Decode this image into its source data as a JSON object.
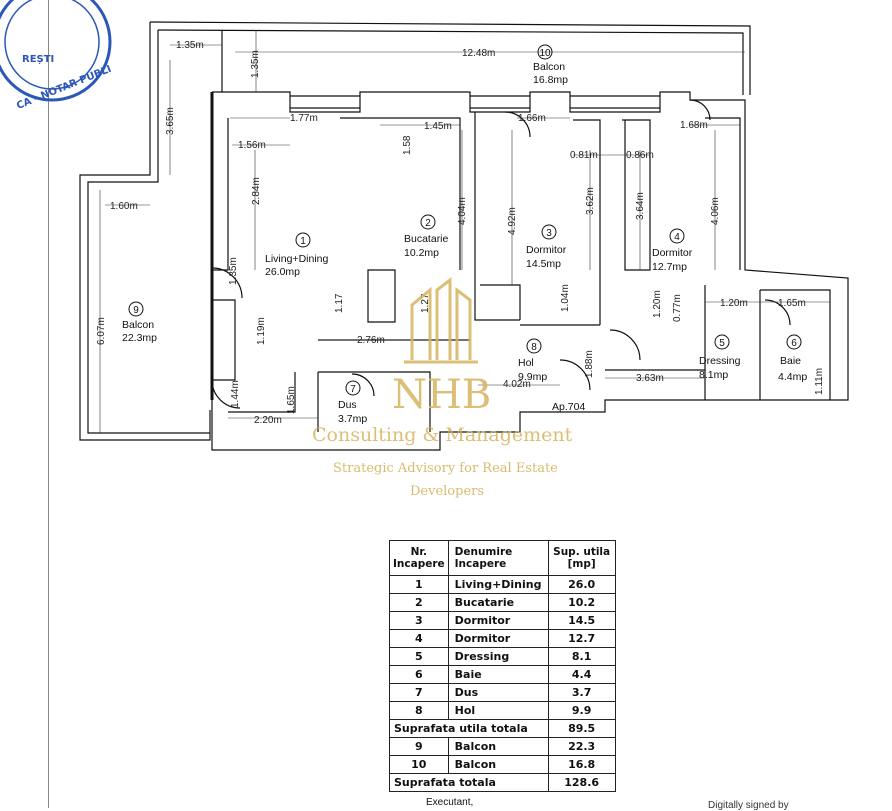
{
  "rooms": [
    {
      "id": "1",
      "name": "Living+Dining",
      "area": "26.0mp"
    },
    {
      "id": "2",
      "name": "Bucatarie",
      "area": "10.2mp"
    },
    {
      "id": "3",
      "name": "Dormitor",
      "area": "14.5mp"
    },
    {
      "id": "4",
      "name": "Dormitor",
      "area": "12.7mp"
    },
    {
      "id": "5",
      "name": "Dressing",
      "area": "8.1mp"
    },
    {
      "id": "6",
      "name": "Baie",
      "area": "4.4mp"
    },
    {
      "id": "7",
      "name": "Dus",
      "area": "3.7mp"
    },
    {
      "id": "8",
      "name": "Hol",
      "area": "9.9mp"
    },
    {
      "id": "9",
      "name": "Balcon",
      "area": "22.3mp"
    },
    {
      "id": "10",
      "name": "Balcon",
      "area": "16.8mp"
    }
  ],
  "dimensions": [
    "1.35m",
    "12.48m",
    "1.35m",
    "3.65m",
    "1.60m",
    "6.07m",
    "1.77m",
    "1.56m",
    "2.84m",
    "1.45m",
    "1.58",
    "4.04m",
    "1.66m",
    "4.92m",
    "0.81m",
    "3.62m",
    "0.86m",
    "1.68m",
    "3.64m",
    "4.06m",
    "1.35m",
    "1.17",
    "1.27",
    "1.19m",
    "1.04m",
    "2.76m",
    "1.44m",
    "2.20m",
    "1.65m",
    "4.02m",
    "1.88m",
    "3.63m",
    "1.20m",
    "1.65m",
    "0.77m",
    "1.20m",
    "1.11m"
  ],
  "apartment_label": "Ap.704",
  "watermark": {
    "brand": "NHB",
    "tagline": "Consulting & Management",
    "subtitle_line1": "Strategic Advisory for  Real Estate",
    "subtitle_line2": "Developers"
  },
  "stamp": {
    "line1": "REȘTI",
    "line2": "CA - NOTAR PUBLI"
  },
  "table": {
    "headers": [
      "Nr. Incapere",
      "Denumire Incapere",
      "Sup. utila [mp]"
    ],
    "rows": [
      {
        "nr": "1",
        "name": "Living+Dining",
        "area": "26.0"
      },
      {
        "nr": "2",
        "name": "Bucatarie",
        "area": "10.2"
      },
      {
        "nr": "3",
        "name": "Dormitor",
        "area": "14.5"
      },
      {
        "nr": "4",
        "name": "Dormitor",
        "area": "12.7"
      },
      {
        "nr": "5",
        "name": "Dressing",
        "area": "8.1"
      },
      {
        "nr": "6",
        "name": "Baie",
        "area": "4.4"
      },
      {
        "nr": "7",
        "name": "Dus",
        "area": "3.7"
      },
      {
        "nr": "8",
        "name": "Hol",
        "area": "9.9"
      }
    ],
    "subtotal": {
      "label": "Suprafata utila totala",
      "value": "89.5"
    },
    "balcony_rows": [
      {
        "nr": "9",
        "name": "Balcon",
        "area": "22.3"
      },
      {
        "nr": "10",
        "name": "Balcon",
        "area": "16.8"
      }
    ],
    "total": {
      "label": "Suprafata totala",
      "value": "128.6"
    }
  },
  "footer": {
    "executant": "Executant,",
    "digital": "Digitally signed by"
  }
}
